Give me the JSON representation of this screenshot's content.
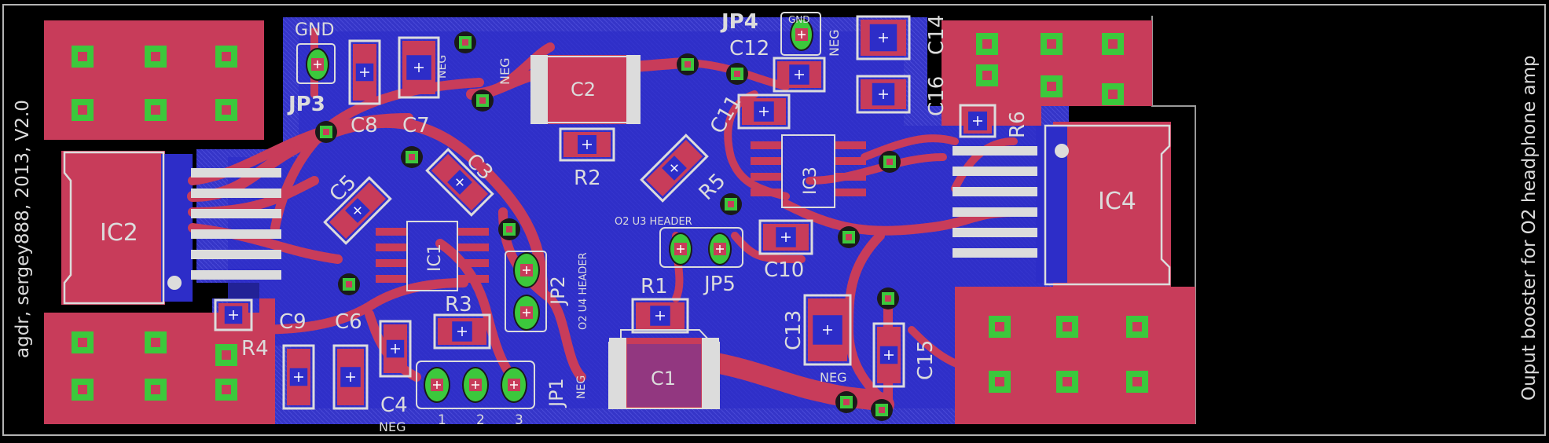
{
  "colors": {
    "background": "#000000",
    "outline": "#b4b4b4",
    "copper_top": "#c83c5a",
    "copper_bottom": "#2d2dc8",
    "pad_green": "#3cc83c",
    "silk": "#dcdcdc",
    "drill": "#7a1e2e"
  },
  "side_texts": {
    "left": "agdr, sergey888, 2013, V2.0",
    "right": "Ouput booster for O2 headphone amp"
  },
  "labels": {
    "gnd_top": "GND",
    "jp3": "JP3",
    "jp4": "JP4",
    "jp4_gnd": "GND",
    "neg_top": "NEG",
    "neg_c7": "NEG",
    "neg_jp4": "NEG",
    "c2": "C2",
    "c3": "C3",
    "c5": "C5",
    "c7": "C7",
    "c8": "C8",
    "c11": "C11",
    "c12": "C12",
    "c14": "C14",
    "c16": "C16",
    "r2": "R2",
    "r5": "R5",
    "r6": "R6",
    "ic2": "IC2",
    "ic1": "IC1",
    "ic3": "IC3",
    "ic4": "IC4",
    "o2_u3": "O2 U3 HEADER",
    "o2_u4": "O2 U4 HEADER",
    "jp2": "JP2",
    "jp5": "JP5",
    "r1": "R1",
    "r3": "R3",
    "c10": "C10",
    "c9": "C9",
    "c6": "C6",
    "r4": "R4",
    "c4": "C4",
    "neg_c4": "NEG",
    "jp1": "JP1",
    "neg_jp1": "NEG",
    "c1": "C1",
    "c13": "C13",
    "c15": "C15",
    "neg_c13": "NEG",
    "pin1": "1",
    "pin2": "2",
    "pin3": "3"
  }
}
